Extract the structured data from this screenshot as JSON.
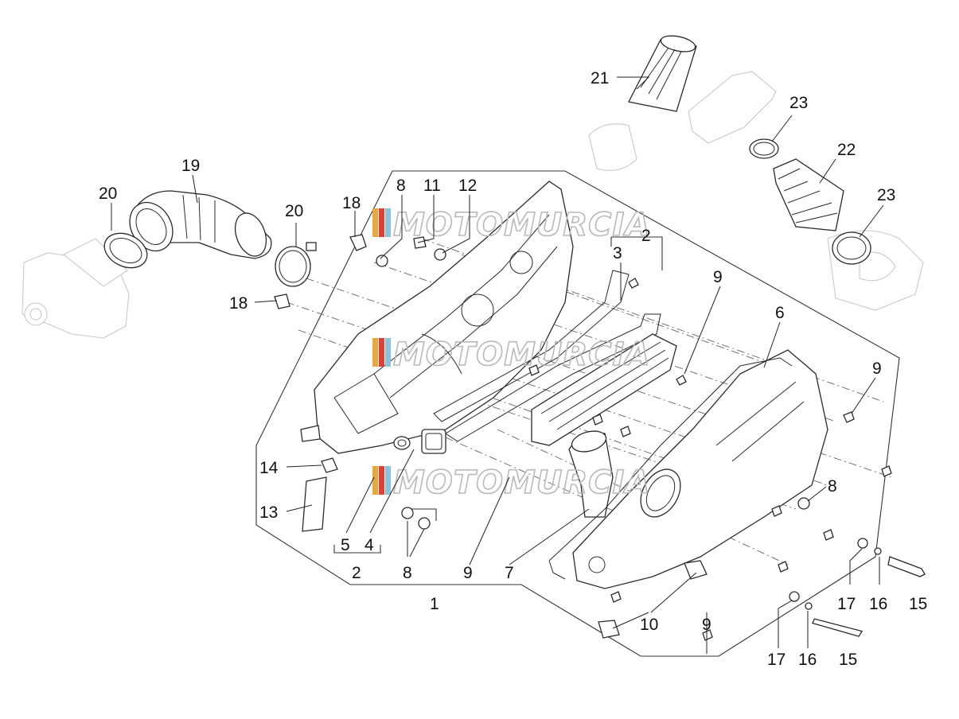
{
  "diagram": {
    "watermark_text": "MOTOMURCIA",
    "watermark_colors": [
      "#e5a73f",
      "#d9443a",
      "#8fc1d8"
    ],
    "labels": [
      {
        "id": "l21",
        "text": "21"
      },
      {
        "id": "l23a",
        "text": "23"
      },
      {
        "id": "l22",
        "text": "22"
      },
      {
        "id": "l23b",
        "text": "23"
      },
      {
        "id": "l19",
        "text": "19"
      },
      {
        "id": "l20a",
        "text": "20"
      },
      {
        "id": "l20b",
        "text": "20"
      },
      {
        "id": "l18a",
        "text": "18"
      },
      {
        "id": "l18b",
        "text": "18"
      },
      {
        "id": "l8a",
        "text": "8"
      },
      {
        "id": "l11",
        "text": "11"
      },
      {
        "id": "l12",
        "text": "12"
      },
      {
        "id": "l2a",
        "text": "2"
      },
      {
        "id": "l3",
        "text": "3"
      },
      {
        "id": "l9a",
        "text": "9"
      },
      {
        "id": "l6",
        "text": "6"
      },
      {
        "id": "l9b",
        "text": "9"
      },
      {
        "id": "l8b",
        "text": "8"
      },
      {
        "id": "l14",
        "text": "14"
      },
      {
        "id": "l13",
        "text": "13"
      },
      {
        "id": "l5",
        "text": "5"
      },
      {
        "id": "l4",
        "text": "4"
      },
      {
        "id": "l2b",
        "text": "2"
      },
      {
        "id": "l8c",
        "text": "8"
      },
      {
        "id": "l9c",
        "text": "9"
      },
      {
        "id": "l7",
        "text": "7"
      },
      {
        "id": "l1",
        "text": "1"
      },
      {
        "id": "l10",
        "text": "10"
      },
      {
        "id": "l9d",
        "text": "9"
      },
      {
        "id": "l17a",
        "text": "17"
      },
      {
        "id": "l16a",
        "text": "16"
      },
      {
        "id": "l15a",
        "text": "15"
      },
      {
        "id": "l17b",
        "text": "17"
      },
      {
        "id": "l16b",
        "text": "16"
      },
      {
        "id": "l15b",
        "text": "15"
      }
    ]
  }
}
